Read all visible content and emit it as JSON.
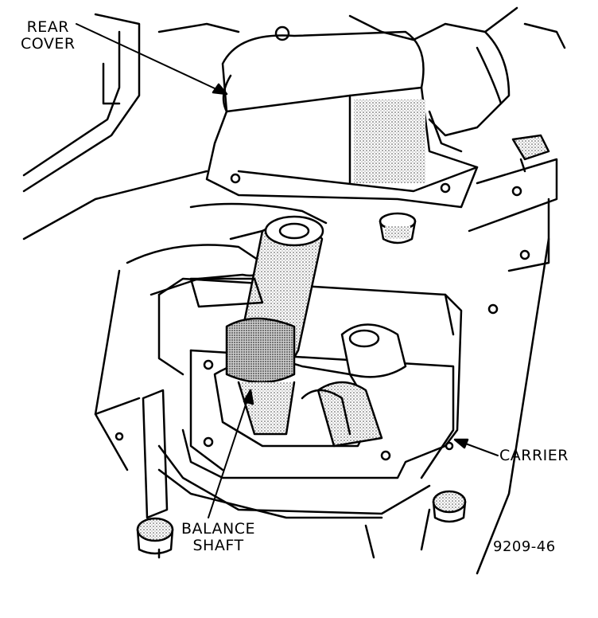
{
  "labels": {
    "rear_cover": [
      "REAR",
      "COVER"
    ],
    "balance_shaft": [
      "BALANCE",
      "SHAFT"
    ],
    "carrier": "CARRIER"
  },
  "figure_number": "9209-46",
  "colors": {
    "ink": "#000000",
    "paper": "#ffffff",
    "stipple": "#6b6b6b"
  }
}
